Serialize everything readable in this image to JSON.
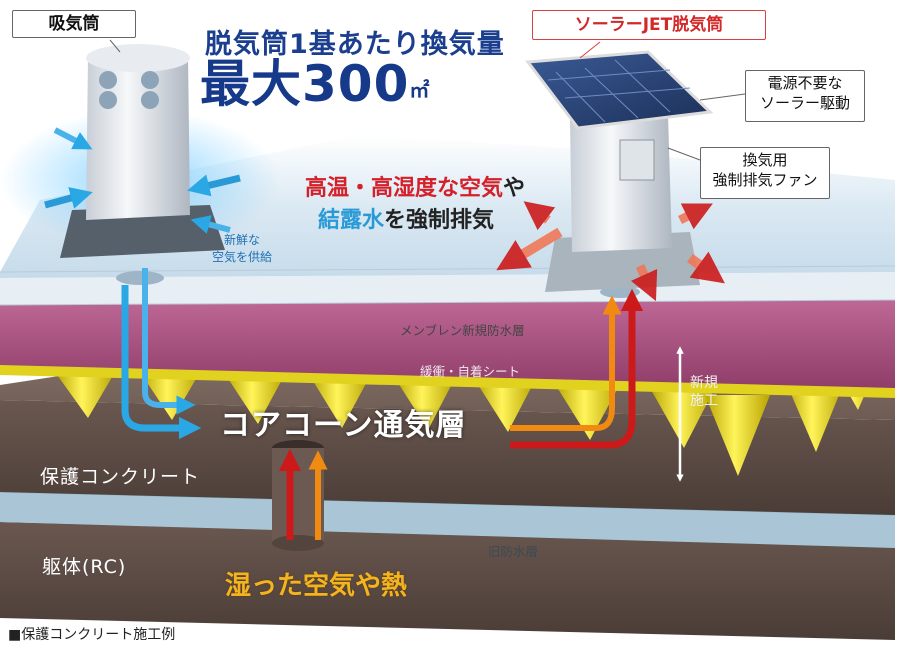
{
  "labels": {
    "intake_stack": "吸気筒",
    "solar_stack": "ソーラーJET脱気筒",
    "title_line1": "脱気筒1基あたり換気量",
    "title_line2": "最大300",
    "title_unit": "㎡",
    "no_power": [
      "電源不要な",
      "ソーラー駆動"
    ],
    "fan": [
      "換気用",
      "強制排気ファン"
    ],
    "fresh_air": [
      "新鮮な",
      "空気を供給"
    ],
    "msg_line1": {
      "hot": "高温・高湿度な空気",
      "suffix": "や"
    },
    "msg_line2": {
      "condensation": "結露水",
      "suffix": "を強制排気"
    },
    "membrane_layer": "メンブレン新規防水層",
    "cushion_sheet": "緩衝・自着シート",
    "new_construction": [
      "新規",
      "施工"
    ],
    "core_cone_layer": "コアコーン通気層",
    "protective_concrete": "保護コンクリート",
    "old_waterproof": "旧防水層",
    "structure": "躯体(RC)",
    "moist_air_heat": "湿った空気や熱",
    "caption": "■保護コンクリート施工例"
  },
  "colors": {
    "title_blue": "#1b3e8f",
    "hot_red": "#d4202a",
    "cool_blue": "#2a9ad6",
    "cone_yellow": "#e8d400",
    "membrane_magenta": "#a8487c",
    "concrete_brown": "#5a4a42",
    "roof_blue": "#d2e4f0"
  }
}
